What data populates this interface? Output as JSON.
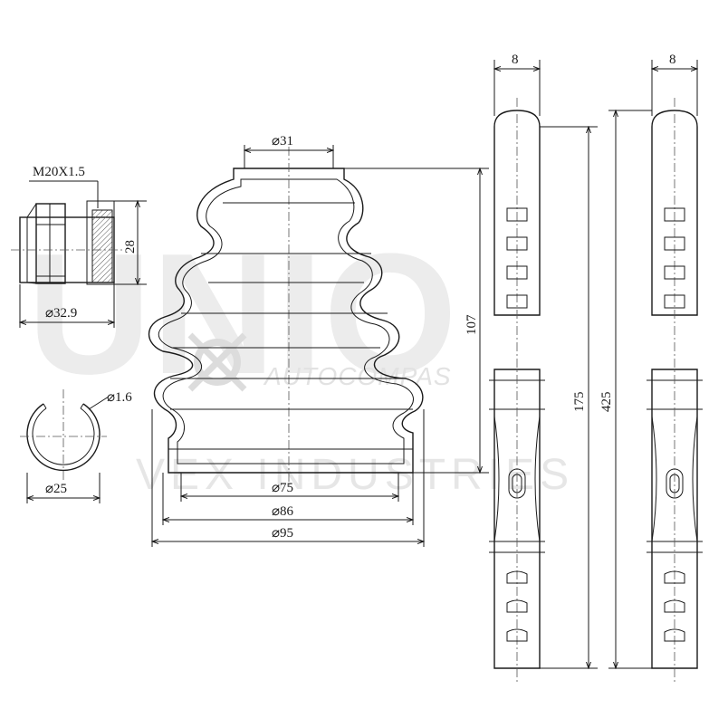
{
  "watermark": {
    "big": "UNIO",
    "brand": "AUTOCOMPAS",
    "sub": "VEX INDUSTRIES"
  },
  "nut": {
    "thread": "M20X1.5",
    "height": "28",
    "diameter": "⌀32.9"
  },
  "clip": {
    "wire": "⌀1.6",
    "diameter": "⌀25"
  },
  "boot": {
    "small_end": "⌀31",
    "height": "107",
    "inner_large": "⌀75",
    "mid_large": "⌀86",
    "outer_large": "⌀95"
  },
  "straps": {
    "left": {
      "width": "8",
      "length": "175"
    },
    "right": {
      "width": "8",
      "length": "425"
    }
  }
}
